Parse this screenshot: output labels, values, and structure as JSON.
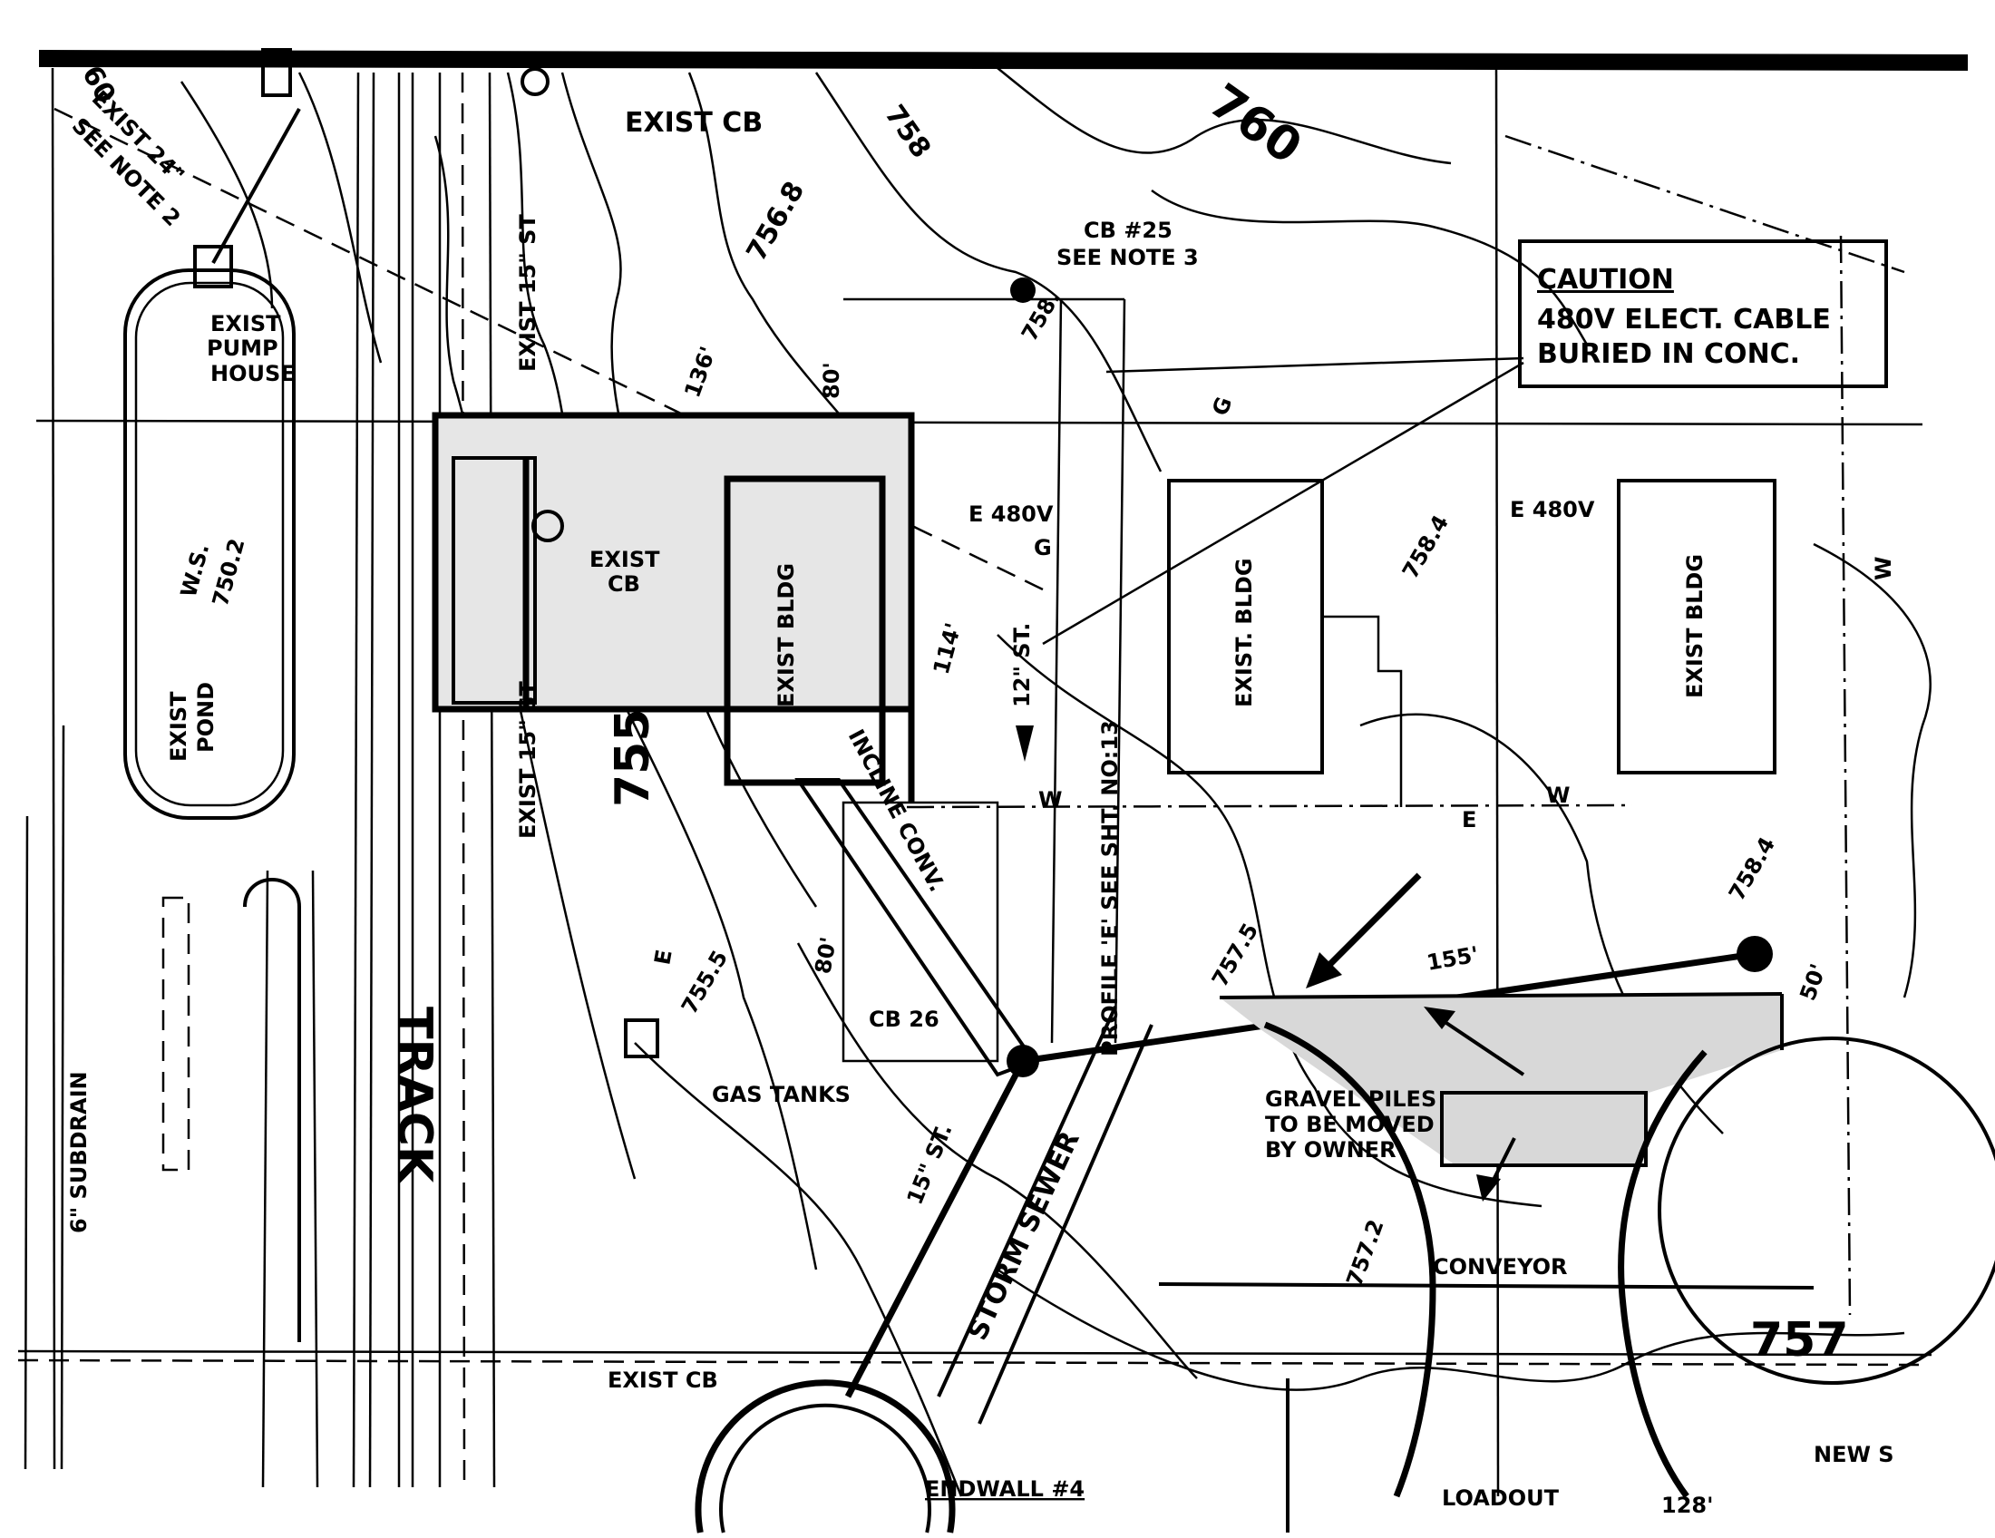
{
  "drawing": {
    "caution_box": {
      "title": "CAUTION",
      "line1": "480V ELECT. CABLE",
      "line2": "BURIED IN CONC."
    },
    "labels": {
      "exist_cb_top": "EXIST CB",
      "contour_758_top": "758",
      "contour_760": "760",
      "contour_756_8": "756.8",
      "cb_25": "CB #25",
      "see_note_3": "SEE NOTE 3",
      "contour_758_mid": "758.",
      "exist_15_st_top": "EXIST 15\" ST",
      "exist_24": "EXIST 24\"",
      "see_note_2": "SEE NOTE 2",
      "contour_60": "60",
      "pump_house_1": "EXIST",
      "pump_house_2": "PUMP",
      "pump_house_3": "HOUSE",
      "ws_1": "W.S.",
      "ws_2": "750.2",
      "pond_1": "EXIST",
      "pond_2": "POND",
      "dim_136": "136'",
      "dim_80_top": "80'",
      "exist_cb_mid_1": "EXIST",
      "exist_cb_mid_2": "CB",
      "exist_bldg_1": "EXIST BLDG",
      "exist_bldg_2": "EXIST. BLDG",
      "exist_bldg_3": "EXIST BLDG",
      "e_480v_1": "E 480V",
      "e_480v_2": "E 480V",
      "g_1": "G",
      "g_2": "G",
      "dim_114": "114'",
      "st_12": "12\" ST.",
      "profile": "PROFILE 'E' SEE SHT. NO:13",
      "contour_755": "755",
      "exist_15_st_low": "EXIST 15\" ST",
      "incline_conv": "INCLINE CONV.",
      "dim_80_low": "80'",
      "cb_26": "CB 26",
      "contour_755_5": "755.5",
      "gas_tanks": "GAS TANKS",
      "track": "TRACK",
      "subdrain": "6\" SUBDRAIN",
      "exist_cb_low": "EXIST CB",
      "st_15": "15\" ST.",
      "storm_sewer": "STORM SEWER",
      "endwall": "ENDWALL #4",
      "contour_757_5": "757.5",
      "dim_155": "155'",
      "contour_758_4_right": "758.4",
      "contour_758_4_mid": "758.4",
      "dim_50": "50'",
      "gravel_1": "GRAVEL PILES",
      "gravel_2": "TO BE MOVED",
      "gravel_3": "BY OWNER",
      "contour_757_2": "757.2",
      "conveyor": "CONVEYOR",
      "contour_757": "757",
      "new_s": "NEW S",
      "loadout": "LOADOUT",
      "dim_128": "128'",
      "w_1": "W",
      "w_2": "W",
      "w_3": "W",
      "e_1": "E",
      "e_2": "E"
    }
  }
}
